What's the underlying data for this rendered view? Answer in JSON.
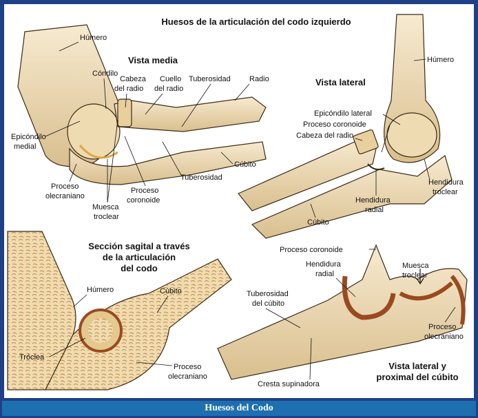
{
  "title": "Huesos de la articulación del codo izquierdo",
  "caption": "Huesos del Codo",
  "colors": {
    "frame": "#1f3f86",
    "caption_bar": "#1d6fb0",
    "bone": "#efdcb4",
    "bone_shade": "#d8bf8c",
    "cartilage": "#9a4a20",
    "outline": "#3a2a14"
  },
  "panels": {
    "medial": {
      "title": "Vista media",
      "labels": {
        "humero": "Húmero",
        "condilo": "Cóndilo",
        "cabeza_radio": "Cabeza del radio",
        "cuello_radio": "Cuello del radio",
        "tuberosidad_top": "Tuberosidad",
        "radio": "Radio",
        "epicondilo_medial": "Epicóndilo medial",
        "cubito": "Cúbito",
        "tuberosidad_bottom": "Tuberosidad",
        "proceso_coronoide": "Proceso coronoide",
        "proceso_olecraniano": "Proceso olecraniano",
        "muesca_troclear": "Muesca troclear"
      }
    },
    "lateral": {
      "title": "Vista lateral",
      "labels": {
        "humero": "Húmero",
        "epicondilo_lateral": "Epicóndilo lateral",
        "proceso_coronoide": "Proceso coronoide",
        "cabeza_radio": "Cabeza del radio",
        "hendidura_troclear": "Hendidura troclear",
        "hendidura_radial": "Hendidura radial",
        "cubito": "Cúbito"
      }
    },
    "sagittal": {
      "title": "Sección sagital a través de la articulación del codo",
      "labels": {
        "humero": "Húmero",
        "cubito": "Cúbito",
        "troclea": "Tróclea",
        "proceso_olecraniano": "Proceso olecraniano"
      }
    },
    "ulna": {
      "title": "Vista lateral y proximal del cúbito",
      "labels": {
        "proceso_coronoide": "Proceso coronoide",
        "hendidura_radial": "Hendidura radial",
        "muesca_troclear": "Muesca troclear",
        "tuberosidad_cubito": "Tuberosidad del cúbito",
        "proceso_olecraniano": "Proceso olecraniano",
        "cresta_supinadora": "Cresta supinadora"
      }
    }
  }
}
